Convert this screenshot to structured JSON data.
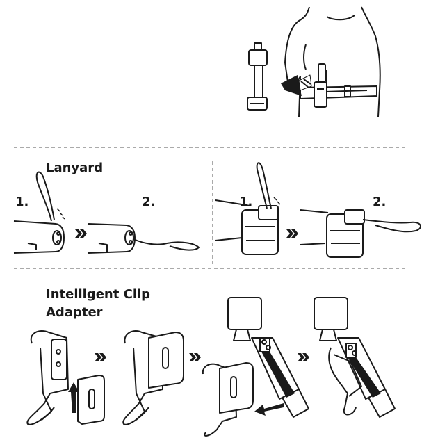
{
  "sections": {
    "lanyard": {
      "title": "Lanyard",
      "steps": [
        "1.",
        "2.",
        "1.",
        "2."
      ]
    },
    "clip": {
      "title_line1": "Intelligent Clip",
      "title_line2": "Adapter"
    }
  },
  "icons": [
    "belt-holster-illustration",
    "flashlight-illustration",
    "lanyard-loop-illustration",
    "clip-adapter-illustration",
    "next-arrow-icon"
  ],
  "colors": {
    "ink": "#1a1a1a",
    "background": "#ffffff",
    "divider": "#555555"
  }
}
